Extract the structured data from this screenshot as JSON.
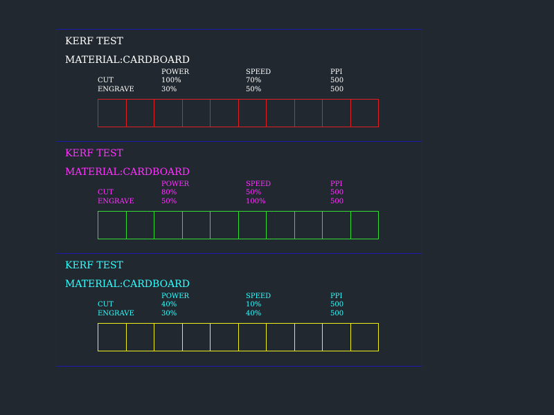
{
  "panels": [
    {
      "title": "KERF TEST",
      "material": "MATERIAL:CARDBOARD",
      "text_color": "#ffffff",
      "box_color": "#e02020",
      "headers": [
        "POWER",
        "SPEED",
        "PPI"
      ],
      "rows": [
        {
          "label": "CUT",
          "power": "100%",
          "speed": "70%",
          "ppi": "500"
        },
        {
          "label": "ENGRAVE",
          "power": "30%",
          "speed": "50%",
          "ppi": "500"
        }
      ],
      "cell_count": 10
    },
    {
      "title": "KERF TEST",
      "material": "MATERIAL:CARDBOARD",
      "text_color": "#ff33ff",
      "box_color": "#33dd33",
      "headers": [
        "POWER",
        "SPEED",
        "PPI"
      ],
      "rows": [
        {
          "label": "CUT",
          "power": "80%",
          "speed": "50%",
          "ppi": "500"
        },
        {
          "label": "ENGRAVE",
          "power": "50%",
          "speed": "100%",
          "ppi": "500"
        }
      ],
      "cell_count": 10
    },
    {
      "title": "KERF TEST",
      "material": "MATERIAL:CARDBOARD",
      "text_color": "#33ffff",
      "box_color": "#f0f020",
      "headers": [
        "POWER",
        "SPEED",
        "PPI"
      ],
      "rows": [
        {
          "label": "CUT",
          "power": "40%",
          "speed": "10%",
          "ppi": "500"
        },
        {
          "label": "ENGRAVE",
          "power": "30%",
          "speed": "40%",
          "ppi": "500"
        }
      ],
      "cell_count": 10
    }
  ]
}
